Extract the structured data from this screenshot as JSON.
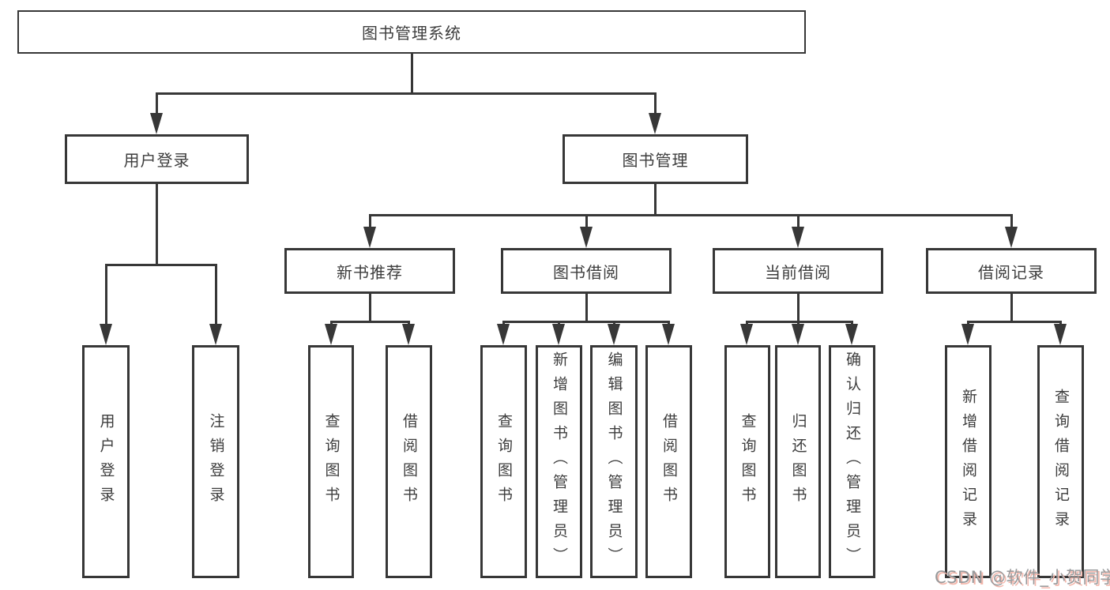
{
  "nodes": {
    "root": "图书管理系统",
    "user_login": "用户登录",
    "book_mgmt": "图书管理",
    "login": "用户登录",
    "logout": "注销登录",
    "new_book_rec": "新书推荐",
    "book_borrow": "图书借阅",
    "current_borrow": "当前借阅",
    "borrow_records": "借阅记录",
    "nb_query": "查询图书",
    "nb_borrow": "借阅图书",
    "bb_query": "查询图书",
    "bb_add": "新增图书（管理员）",
    "bb_edit": "编辑图书（管理员）",
    "bb_borrow": "借阅图书",
    "cb_query": "查询图书",
    "cb_return": "归还图书",
    "cb_confirm": "确认归还（管理员）",
    "br_add": "新增借阅记录",
    "br_query": "查询借阅记录"
  },
  "hierarchy": {
    "root": [
      "user_login",
      "book_mgmt"
    ],
    "user_login": [
      "login",
      "logout"
    ],
    "book_mgmt": [
      "new_book_rec",
      "book_borrow",
      "current_borrow",
      "borrow_records"
    ],
    "new_book_rec": [
      "nb_query",
      "nb_borrow"
    ],
    "book_borrow": [
      "bb_query",
      "bb_add",
      "bb_edit",
      "bb_borrow"
    ],
    "current_borrow": [
      "cb_query",
      "cb_return",
      "cb_confirm"
    ],
    "borrow_records": [
      "br_add",
      "br_query"
    ]
  },
  "watermark": "CSDN @软件_小贺同学",
  "colors": {
    "line": "#373737",
    "text": "#3d3d3d",
    "background": "#ffffff",
    "watermark_text": "#97999b",
    "watermark_shadow": "#f3b7ac"
  }
}
